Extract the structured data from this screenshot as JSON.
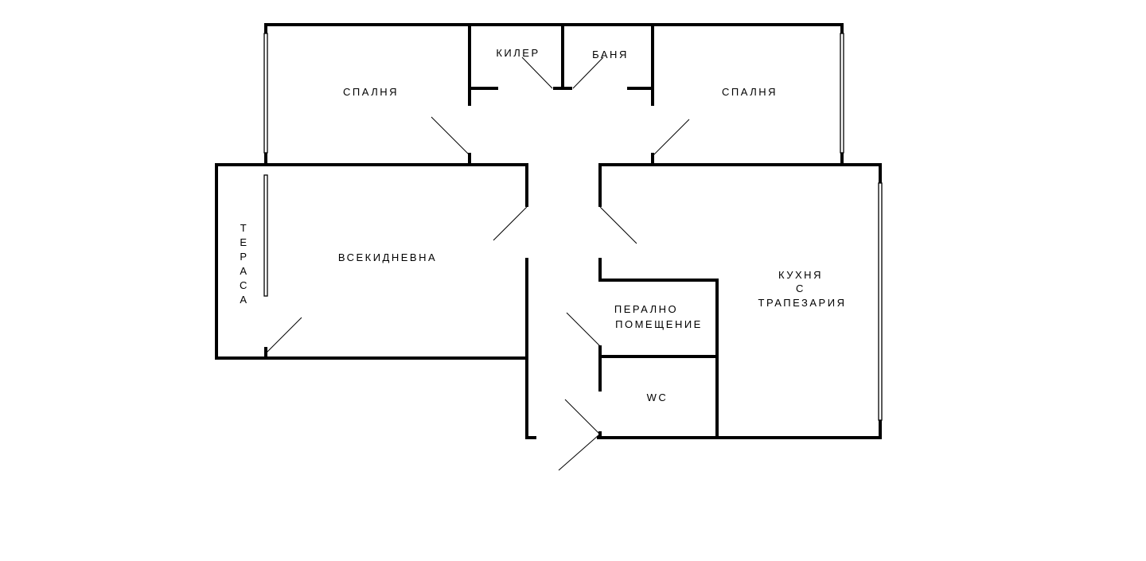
{
  "rooms": {
    "bedroom_left": "СПАЛНЯ",
    "bedroom_right": "СПАЛНЯ",
    "pantry": "КИЛЕР",
    "bathroom": "БАНЯ",
    "living_room": "ВСЕКИДНЕВНА",
    "terrace": [
      "Т",
      "Е",
      "Р",
      "А",
      "С",
      "А"
    ],
    "laundry": [
      "ПЕРАЛНО",
      "ПОМЕЩЕНИЕ"
    ],
    "wc": "WC",
    "kitchen": [
      "КУХНЯ",
      "С",
      "ТРАПЕЗАРИЯ"
    ]
  },
  "colors": {
    "walls": "#000000",
    "background": "#ffffff"
  }
}
